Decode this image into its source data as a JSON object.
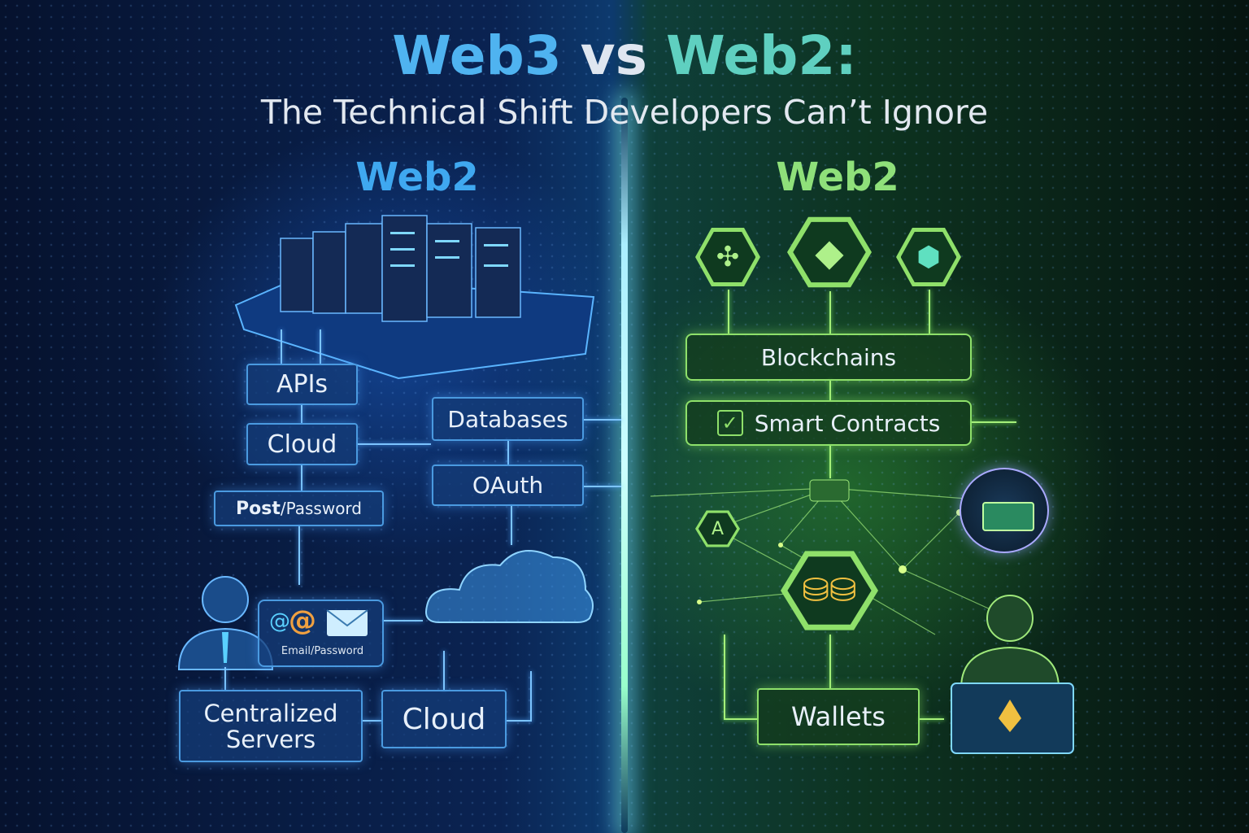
{
  "title": {
    "part1": "Web3",
    "part2": " vs ",
    "part3": "Web2:"
  },
  "subtitle": "The Technical Shift Developers Can’t Ignore",
  "left": {
    "heading": "Web2",
    "apis": "APIs",
    "cloud": "Cloud",
    "post_bold": "Post",
    "post_rest": "/Password",
    "databases": "Databases",
    "oauth": "OAuth",
    "email_label": "Email/Password",
    "centralized_line1": "Centralized",
    "centralized_line2": "Servers",
    "cloud_bottom": "Cloud"
  },
  "right": {
    "heading": "Web2",
    "blockchains": "Blockchains",
    "smart_contracts": "Smart Contracts",
    "wallets": "Wallets"
  },
  "colors": {
    "web3": "#4fb3f0",
    "web2_title": "#5fd0c0",
    "left_heading": "#3fa8f0",
    "right_heading": "#8fe07a"
  }
}
